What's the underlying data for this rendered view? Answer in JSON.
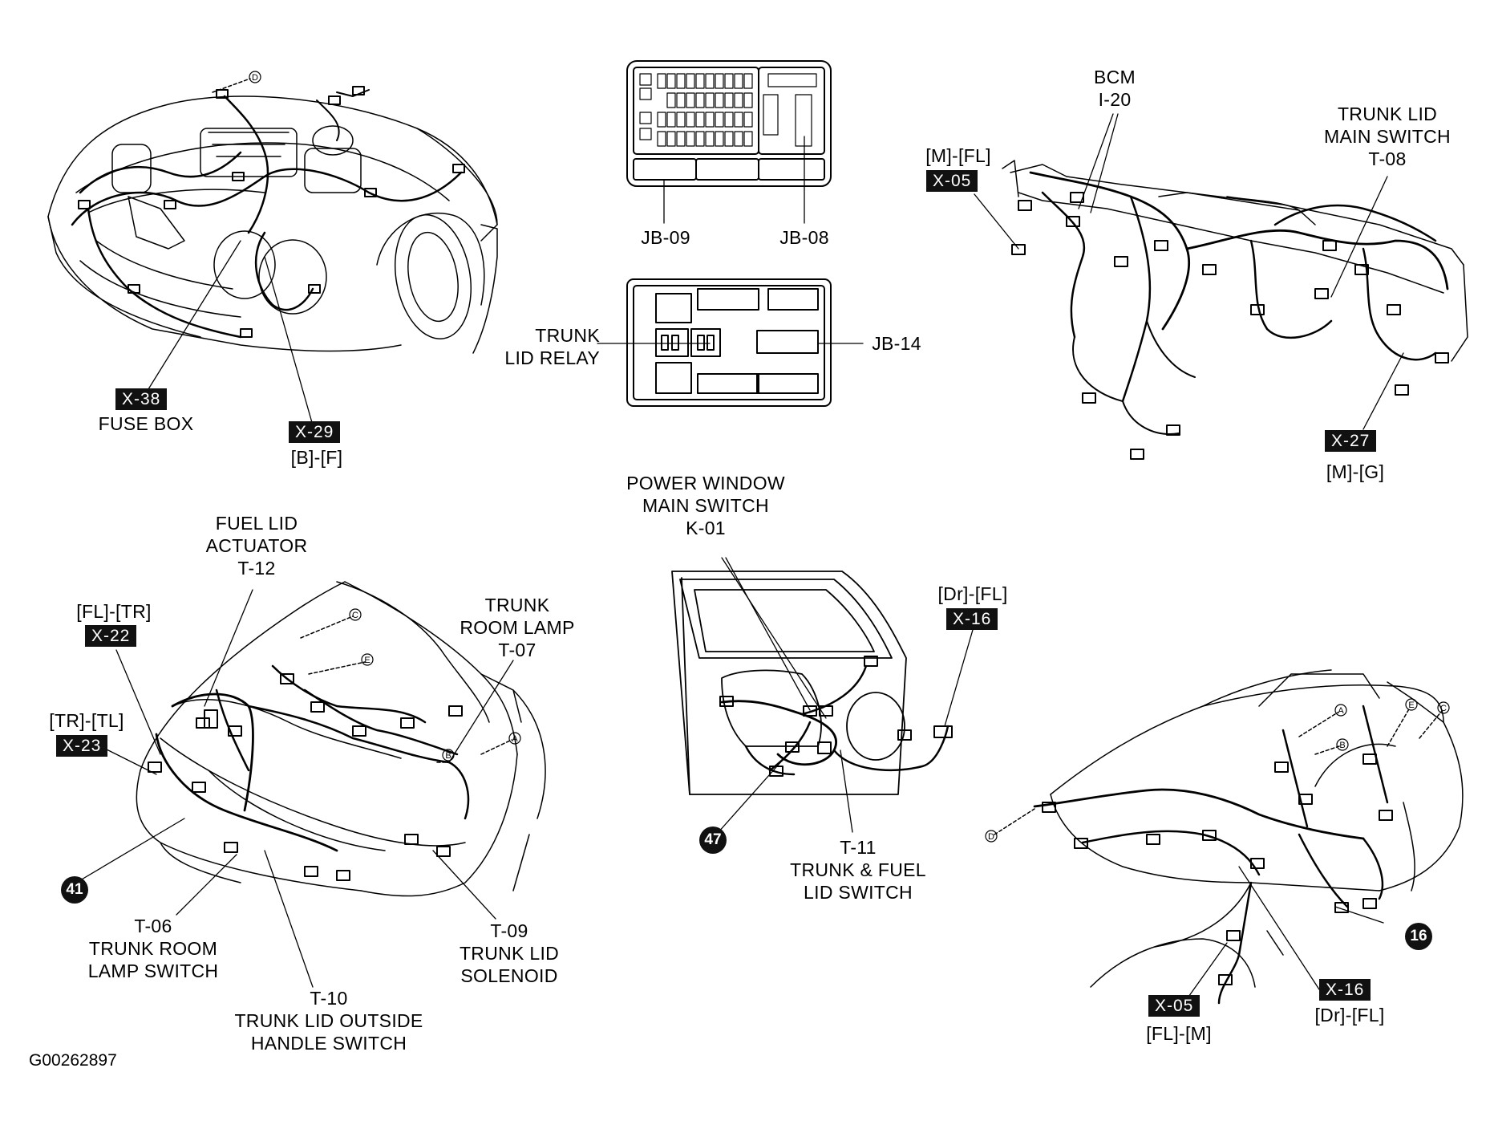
{
  "diagram_id": "G00262897",
  "engine_bay": {
    "x38_badge": "X-38",
    "x38_caption": "FUSE BOX",
    "x29_badge": "X-29",
    "x29_caption": "[B]-[F]",
    "marker_d": "D"
  },
  "junction_boxes": {
    "jb09": "JB-09",
    "jb08": "JB-08",
    "jb14": "JB-14",
    "trunk_lid_relay": [
      "TRUNK",
      "LID RELAY"
    ]
  },
  "dashboard": {
    "bcm": [
      "BCM",
      "I-20"
    ],
    "trunk_lid_main_switch": [
      "TRUNK LID",
      "MAIN SWITCH",
      "T-08"
    ],
    "x05_caption": "[M]-[FL]",
    "x05_badge": "X-05",
    "x27_badge": "X-27",
    "x27_caption": "[M]-[G]"
  },
  "trunk": {
    "fuel_lid_actuator": [
      "FUEL LID",
      "ACTUATOR",
      "T-12"
    ],
    "x22_caption": "[FL]-[TR]",
    "x22_badge": "X-22",
    "trunk_room_lamp": [
      "TRUNK",
      "ROOM LAMP",
      "T-07"
    ],
    "x23_caption": "[TR]-[TL]",
    "x23_badge": "X-23",
    "ground_41": "41",
    "trunk_room_lamp_switch": [
      "T-06",
      "TRUNK ROOM",
      "LAMP SWITCH"
    ],
    "trunk_lid_outside_handle_switch": [
      "T-10",
      "TRUNK LID OUTSIDE",
      "HANDLE SWITCH"
    ],
    "trunk_lid_solenoid": [
      "T-09",
      "TRUNK LID",
      "SOLENOID"
    ],
    "marker_a": "A",
    "marker_b": "B",
    "marker_c": "C",
    "marker_e": "E"
  },
  "door": {
    "power_window_main_switch": [
      "POWER WINDOW",
      "MAIN SWITCH",
      "K-01"
    ],
    "x16_caption": "[Dr]-[FL]",
    "x16_badge": "X-16",
    "ground_47": "47",
    "trunk_fuel_lid_switch": [
      "T-11",
      "TRUNK & FUEL",
      "LID SWITCH"
    ]
  },
  "body_side": {
    "ground_16": "16",
    "x05_badge": "X-05",
    "x05_caption": "[FL]-[M]",
    "x16_badge": "X-16",
    "x16_caption": "[Dr]-[FL]",
    "marker_a": "A",
    "marker_b": "B",
    "marker_c": "C",
    "marker_d": "D",
    "marker_e": "E"
  }
}
